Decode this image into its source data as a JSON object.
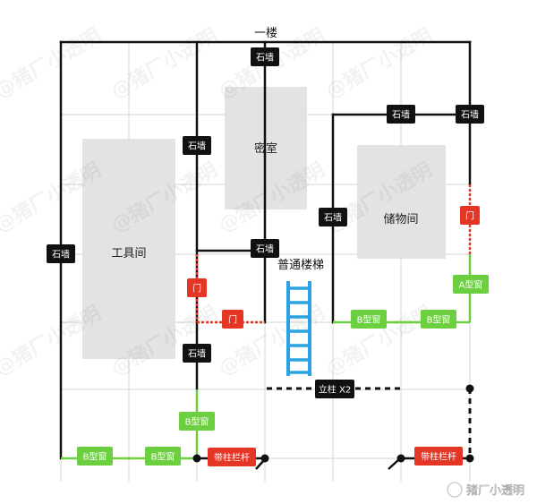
{
  "floor_title": "一楼",
  "rooms": {
    "tool_room": "工具间",
    "secret_room": "密室",
    "storage_room": "储物间"
  },
  "stairs_label": "普通楼梯",
  "tags": {
    "stone_wall": "石墙",
    "door": "门",
    "window_a": "A型窗",
    "window_b": "B型窗",
    "pillar_x2": "立柱 X2",
    "railing": "带柱栏杆"
  },
  "watermark": "@猪厂小透明",
  "credit": "猪厂小透明",
  "colors": {
    "stone_wall": "#111111",
    "door": "#e53525",
    "window": "#6ccf3f",
    "stairs": "#2ba3e3",
    "room_fill": "#e3e3e3",
    "grid": "#d6d6d6"
  }
}
